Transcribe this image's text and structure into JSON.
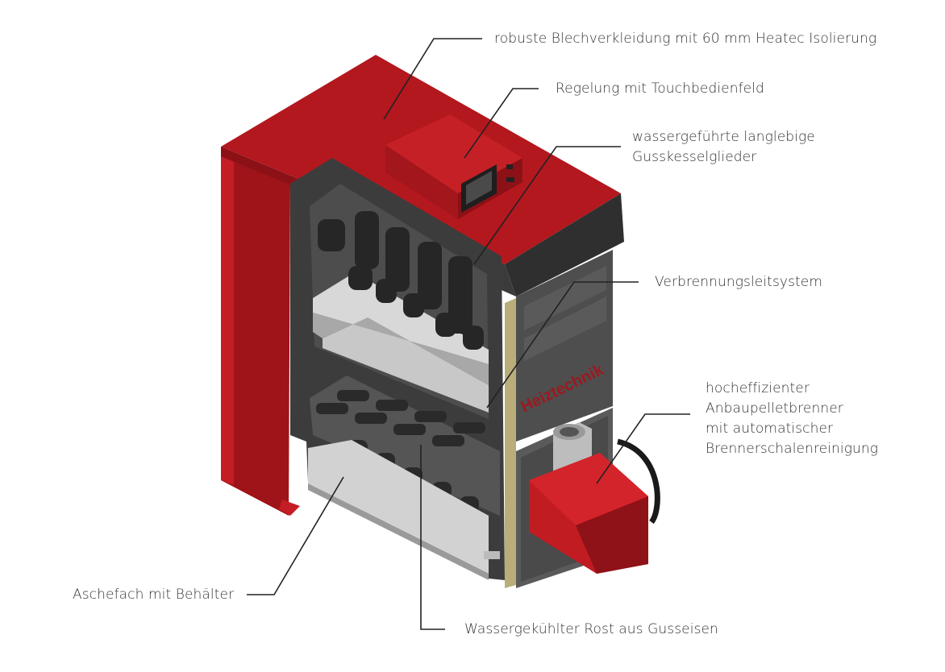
{
  "colors": {
    "casing_red": "#b0161c",
    "casing_red_dark": "#7d0f13",
    "casing_red_light": "#d2232a",
    "steel_dark": "#3a3a3a",
    "steel_mid": "#5a5a5a",
    "chamber_light": "#d6d6d6",
    "insulation": "#b9ae7a",
    "leader_line": "#222222",
    "label_text": "#333333"
  },
  "brand_mark": "Heiztechnik",
  "callouts": {
    "casing": "robuste Blechverkleidung mit 60 mm Heatec Isolierung",
    "control": "Regelung mit Touchbedienfeld",
    "sections": [
      "wassergeführte langlebige",
      "Gusskesselglieder"
    ],
    "combustion": "Verbrennungsleitsystem",
    "burner": [
      "hocheffizienter",
      "Anbaupelletbrenner",
      "mit automatischer",
      "Brennerschalenreinigung"
    ],
    "ash": "Aschefach mit Behälter",
    "grate": "Wassergekühlter Rost aus Gusseisen"
  }
}
